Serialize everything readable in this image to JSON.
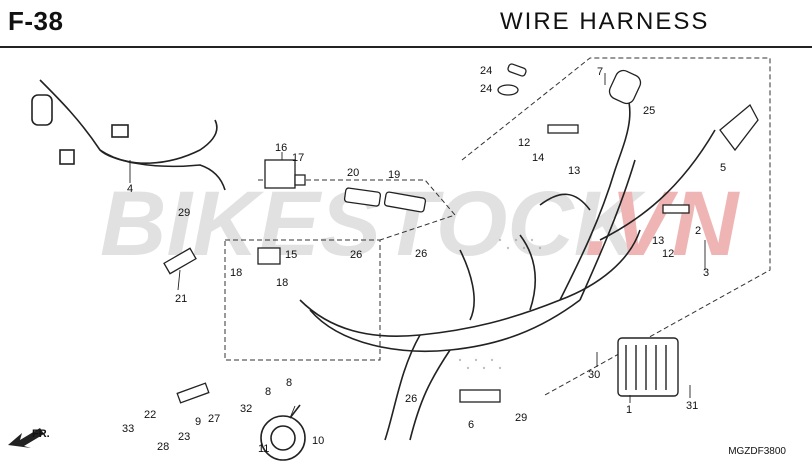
{
  "header": {
    "code": "F-38",
    "title": "WIRE  HARNESS"
  },
  "watermark": {
    "text": "BIKESTOCK.VN",
    "color_main": "#c8c8c8",
    "color_accent": "#e07070"
  },
  "figure_code": "MGZDF3800",
  "direction_label": "FR.",
  "callouts": [
    "24",
    "24",
    "7",
    "25",
    "12",
    "14",
    "13",
    "16",
    "17",
    "20",
    "19",
    "5",
    "29",
    "13",
    "2",
    "12",
    "15",
    "26",
    "18",
    "18",
    "26",
    "3",
    "4",
    "21",
    "30",
    "1",
    "31",
    "22",
    "33",
    "28",
    "23",
    "9",
    "27",
    "32",
    "8",
    "8",
    "11",
    "26",
    "6",
    "29",
    "10"
  ]
}
